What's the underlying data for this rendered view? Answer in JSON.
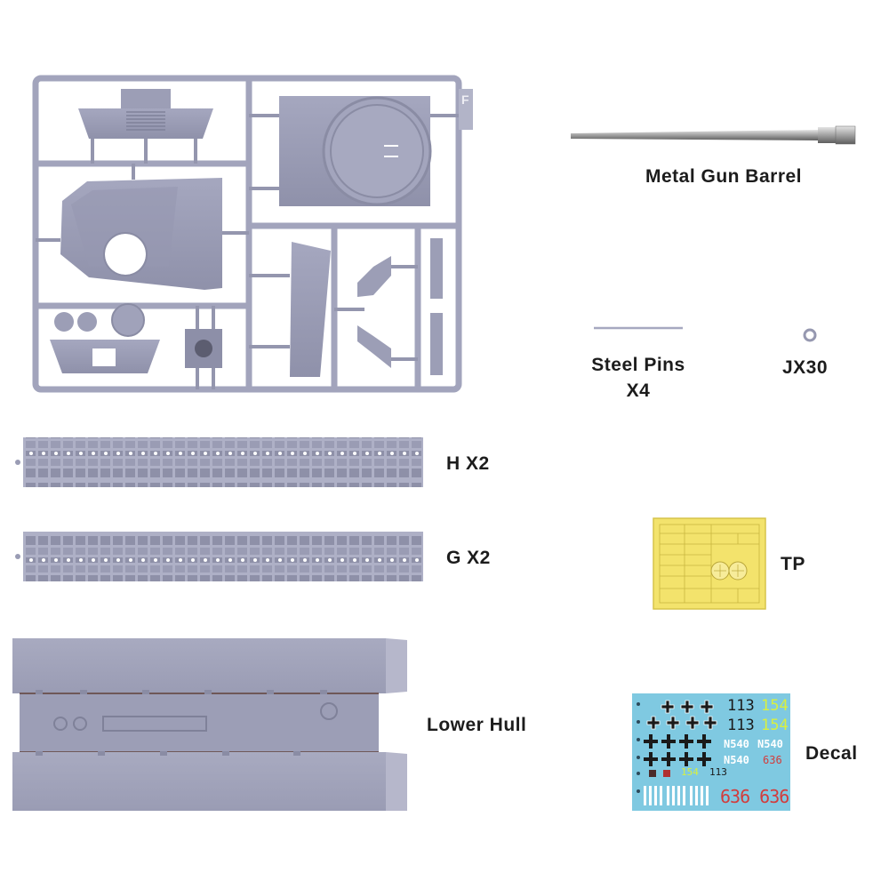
{
  "labels": {
    "metal_gun_barrel": "Metal Gun Barrel",
    "steel_pins_line1": "Steel Pins",
    "steel_pins_line2": "X4",
    "jx30": "JX30",
    "h_tracks": "H X2",
    "g_tracks": "G X2",
    "tp": "TP",
    "lower_hull": "Lower Hull",
    "decal": "Decal"
  },
  "sprue": {
    "letter": "F"
  },
  "decal_sheet": {
    "numbers_a": "113",
    "numbers_b": "154",
    "code": "N540",
    "number_c": "636",
    "number_c_pair": "636 636"
  },
  "colors": {
    "plastic": "#9a9cb4",
    "plastic_dark": "#7f8199",
    "plastic_light": "#b8b9cc",
    "photo_etch": "#f2e26a",
    "decal_bg": "#7ec8e0",
    "decal_green": "#d8f040",
    "decal_red": "#d23c3c"
  }
}
